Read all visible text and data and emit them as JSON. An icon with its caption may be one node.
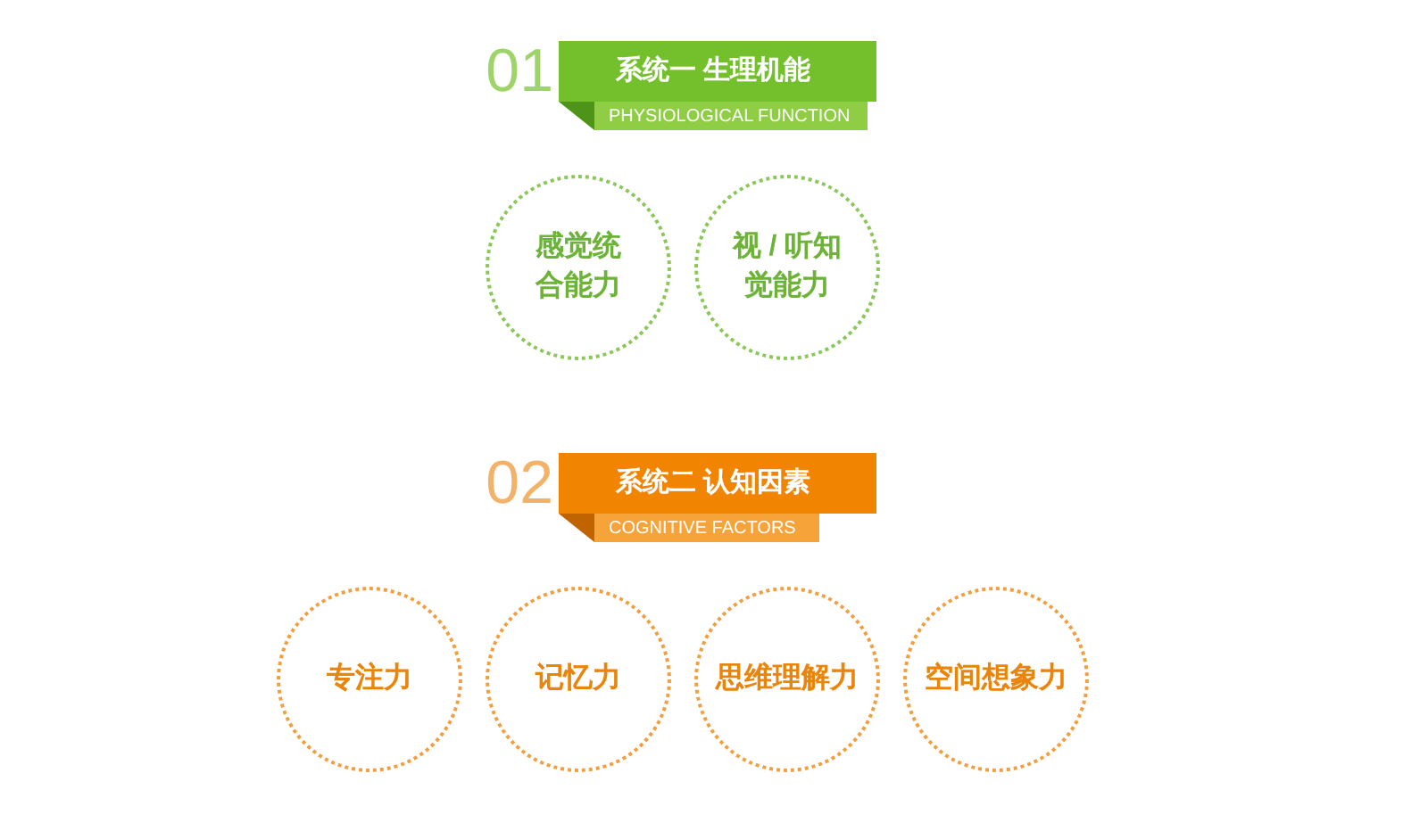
{
  "diagram": {
    "nodes": [
      {
        "text": [
          "系统一 生理机能"
        ],
        "beside": [
          "01"
        ]
      },
      {
        "text": [
          "PHYSIOLOGICAL FUNCTION"
        ]
      },
      {
        "text": [
          "感觉统合能力"
        ]
      },
      {
        "text": [
          "视 / 听知觉能力"
        ]
      },
      {
        "text": [
          "系统二 认知因素"
        ],
        "beside": [
          "02"
        ]
      },
      {
        "text": [
          "COGNITIVE FACTORS"
        ]
      },
      {
        "text": [
          "专注力"
        ]
      },
      {
        "text": [
          "记忆力"
        ]
      },
      {
        "text": [
          "思维理解力"
        ]
      },
      {
        "text": [
          "空间想象力"
        ]
      }
    ]
  }
}
